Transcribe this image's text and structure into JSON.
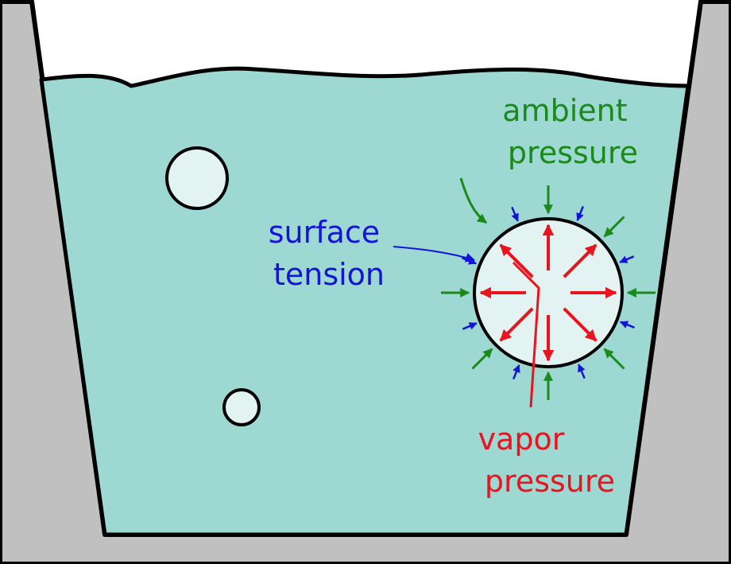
{
  "labels": {
    "ambient": [
      "ambient",
      "pressure"
    ],
    "surface": [
      "surface",
      "tension"
    ],
    "vapor": [
      "vapor",
      "pressure"
    ]
  },
  "colors": {
    "water": "#9dd8d2",
    "bucket": "#c0c0c0",
    "bubble": "#e2f3f1",
    "ambient": "#1a8a1a",
    "surface": "#1414d8",
    "vapor": "#e8141e",
    "outline": "#000000"
  }
}
